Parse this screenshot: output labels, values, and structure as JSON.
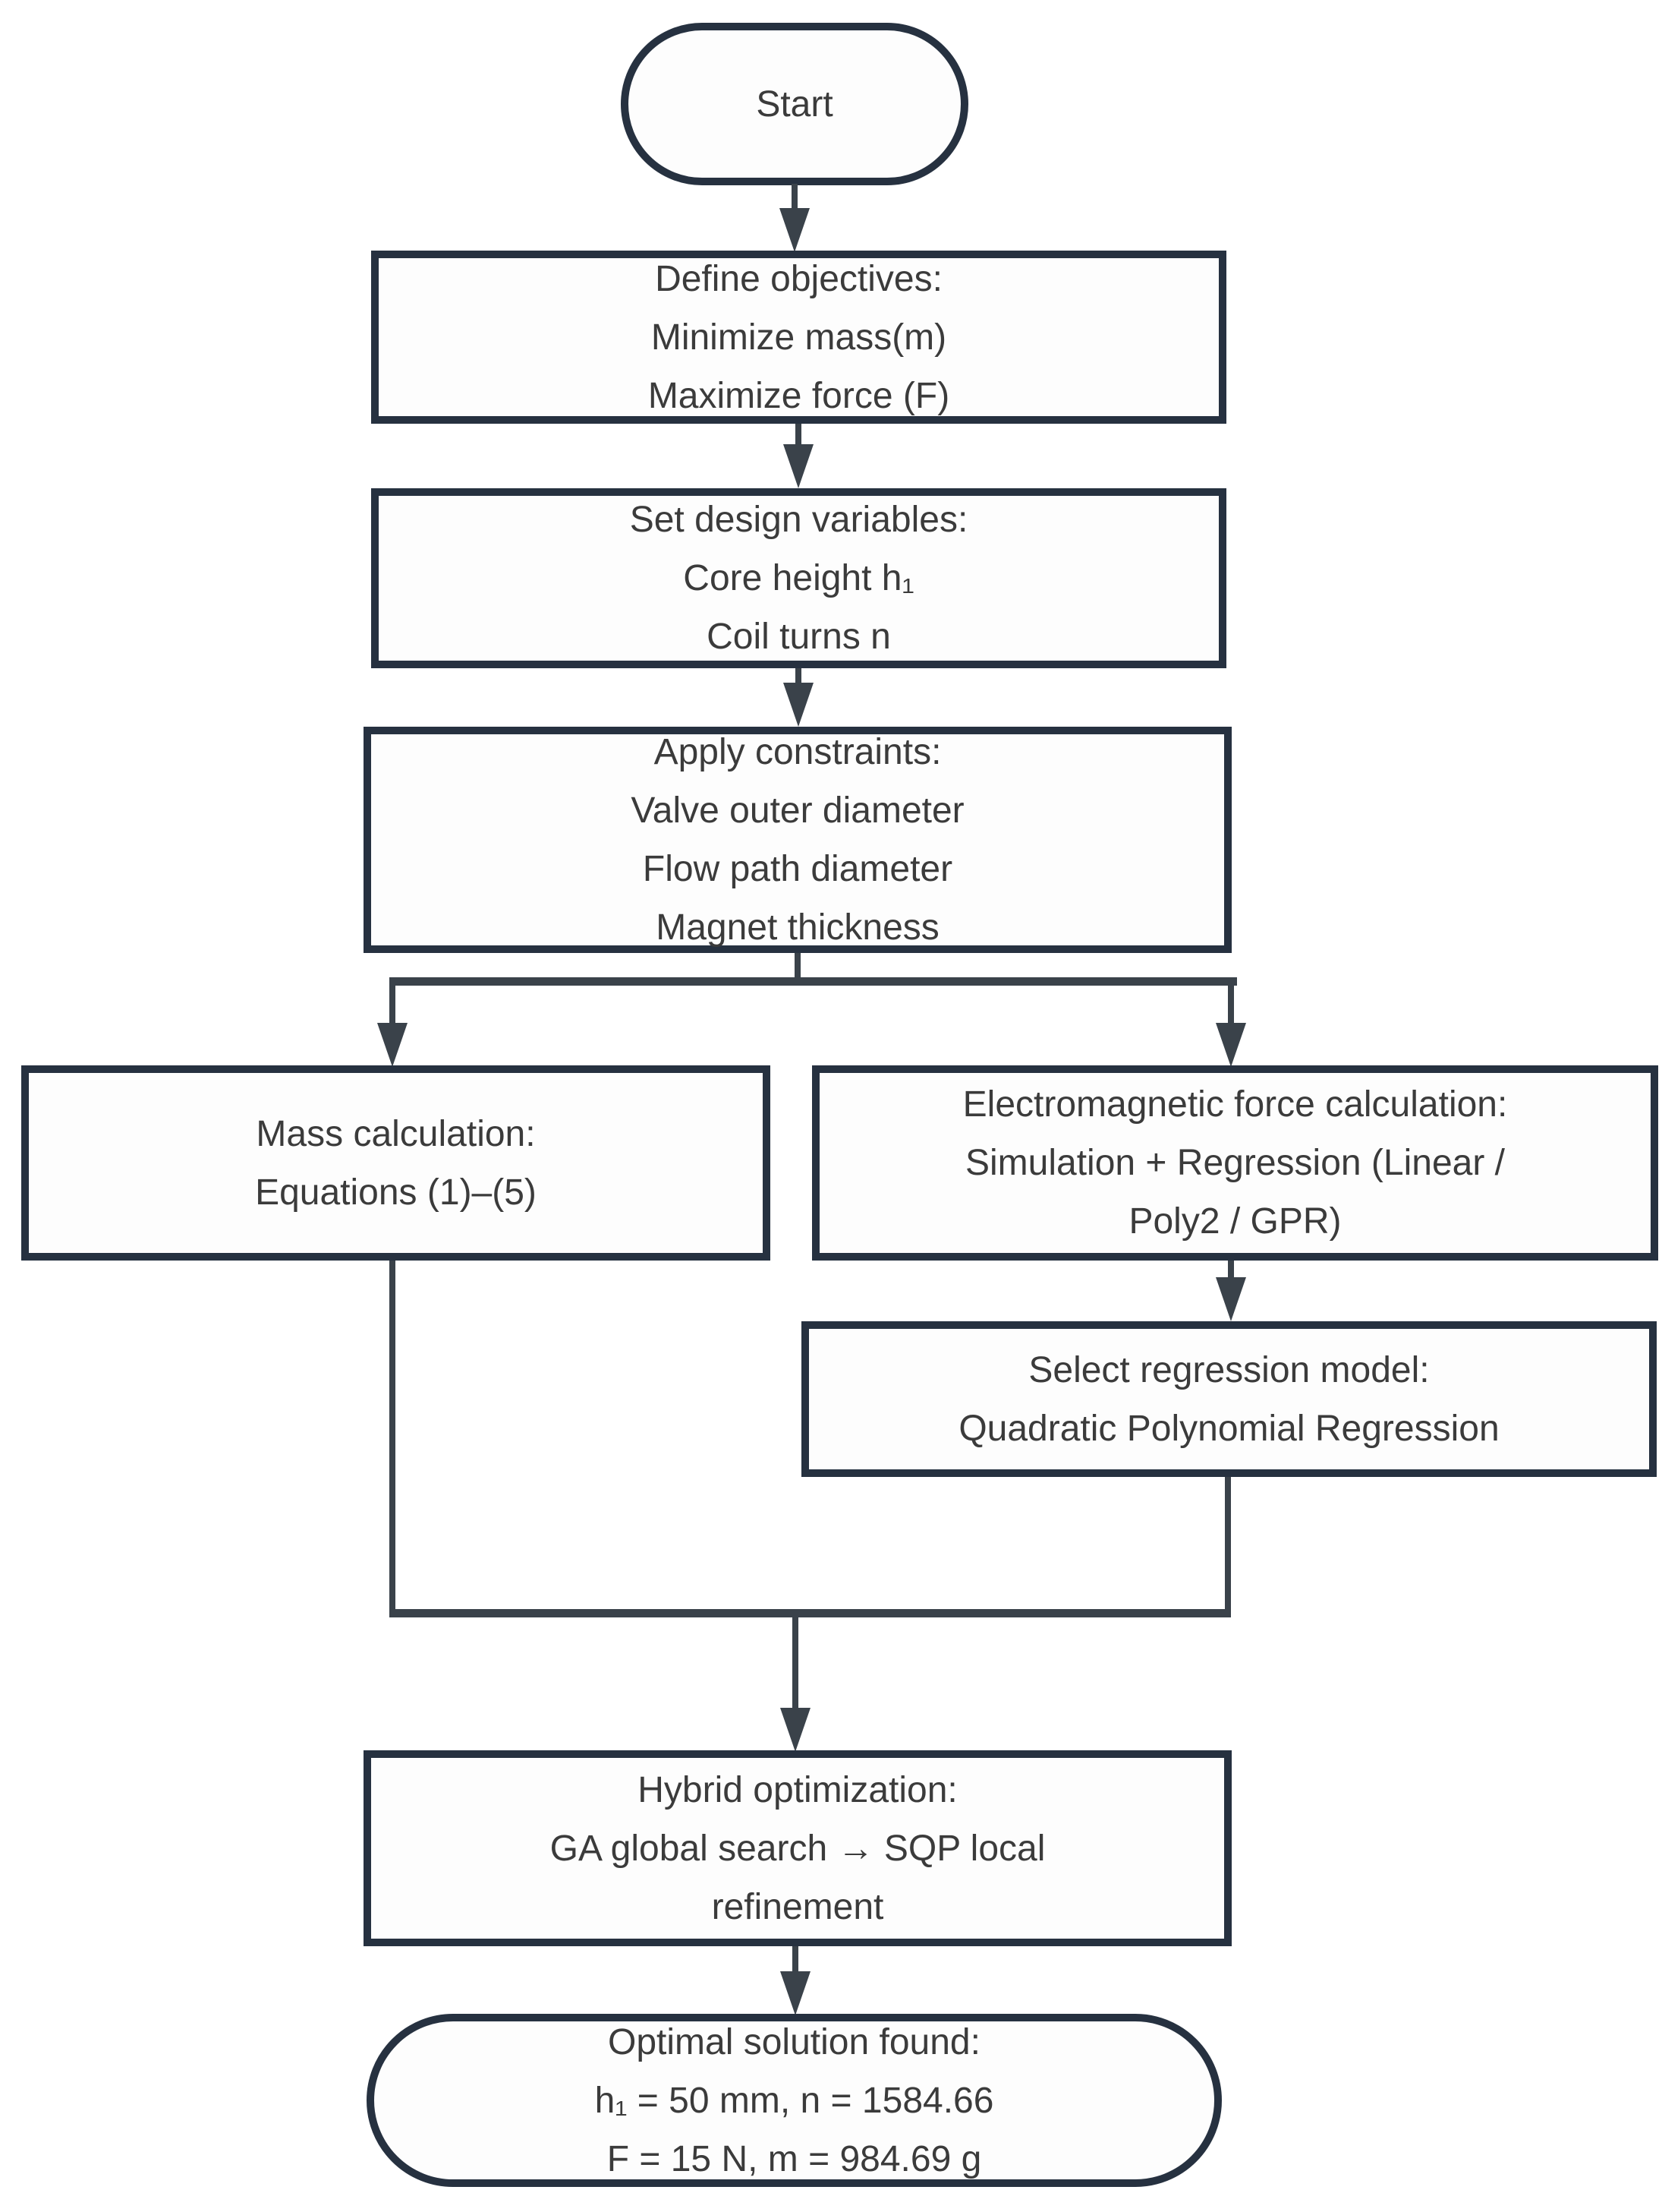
{
  "diagram": {
    "type": "flowchart",
    "colors": {
      "border": "#263140",
      "connector": "#3a424a",
      "text": "#3b3b3b",
      "background": "#ffffff"
    },
    "nodes": {
      "start": {
        "shape": "stadium",
        "lines": [
          "Start"
        ]
      },
      "define_objectives": {
        "shape": "rect",
        "lines": [
          "Define objectives:",
          "Minimize mass(m)",
          "Maximize force (F)"
        ]
      },
      "set_design_variables": {
        "shape": "rect",
        "lines": [
          "Set design variables:",
          "Core height h₁",
          "Coil turns n"
        ]
      },
      "apply_constraints": {
        "shape": "rect",
        "lines": [
          "Apply constraints:",
          "Valve outer diameter",
          "Flow path diameter",
          "Magnet thickness"
        ]
      },
      "mass_calculation": {
        "shape": "rect",
        "lines": [
          "Mass calculation:",
          "Equations (1)–(5)"
        ]
      },
      "em_force_calculation": {
        "shape": "rect",
        "lines": [
          "Electromagnetic force calculation:",
          "Simulation + Regression (Linear /",
          "Poly2 / GPR)"
        ]
      },
      "select_regression_model": {
        "shape": "rect",
        "lines": [
          "Select regression model:",
          "Quadratic Polynomial Regression"
        ]
      },
      "hybrid_optimization": {
        "shape": "rect",
        "lines": [
          "Hybrid optimization:",
          "GA global search → SQP local",
          "refinement"
        ]
      },
      "optimal_solution": {
        "shape": "stadium",
        "lines": [
          "Optimal solution found:",
          "h₁ = 50 mm, n = 1584.66",
          "F = 15 N, m = 984.69 g"
        ]
      }
    },
    "edges": [
      {
        "from": "start",
        "to": "define_objectives"
      },
      {
        "from": "define_objectives",
        "to": "set_design_variables"
      },
      {
        "from": "set_design_variables",
        "to": "apply_constraints"
      },
      {
        "from": "apply_constraints",
        "to": "mass_calculation"
      },
      {
        "from": "apply_constraints",
        "to": "em_force_calculation"
      },
      {
        "from": "em_force_calculation",
        "to": "select_regression_model"
      },
      {
        "from": "mass_calculation",
        "to": "hybrid_optimization"
      },
      {
        "from": "select_regression_model",
        "to": "hybrid_optimization"
      },
      {
        "from": "hybrid_optimization",
        "to": "optimal_solution"
      }
    ]
  }
}
